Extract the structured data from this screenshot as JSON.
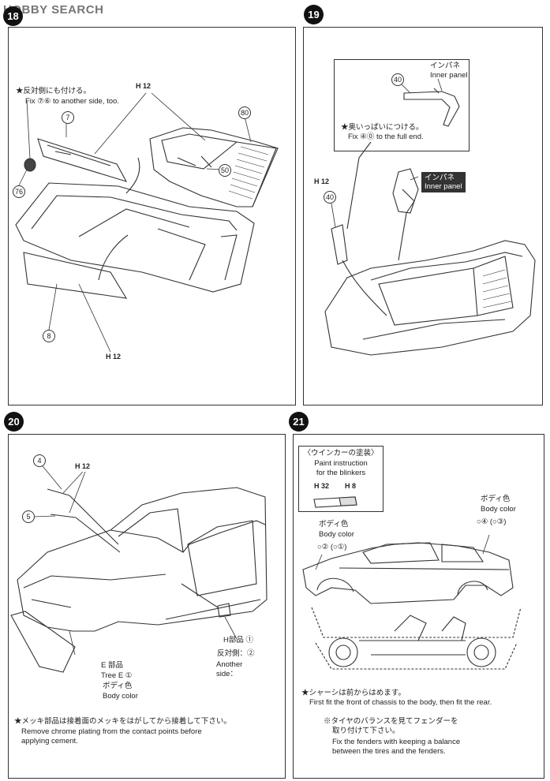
{
  "header": {
    "brand": "HOBBY SEARCH"
  },
  "steps": {
    "s18": {
      "number": "18",
      "star_jp": "★反対側にも付ける。",
      "fix_text": "Fix ⑦⑥ to another side, too.",
      "part7": "7",
      "part76": "76",
      "part80": "80",
      "part50": "50",
      "part8": "8",
      "paint_top": "H 12",
      "paint_bottom": "H 12"
    },
    "s19": {
      "number": "19",
      "inner_jp": "インパネ",
      "inner_en": "Inner panel",
      "part40": "40",
      "note_jp": "★奥いっぱいにつける。",
      "note_en": "Fix ④⓪ to the full end.",
      "paint": "H 12",
      "part40b": "40",
      "dark_jp": "インパネ",
      "dark_en": "Inner panel"
    },
    "s20": {
      "number": "20",
      "part4": "4",
      "part5": "5",
      "paint": "H 12",
      "h_part": "H部品 ①",
      "opp_jp": "反対側：②",
      "another": "Another",
      "side": "side：",
      "e_jp": "E 部品",
      "tree": "Tree E ①",
      "body_jp": "ボディ色",
      "body_en": "Body color",
      "note_jp": "★メッキ部品は接着面のメッキをはがしてから接着して下さい。",
      "note_en1": "Remove chrome plating from the contact points before",
      "note_en2": "applying cement."
    },
    "s21": {
      "number": "21",
      "blinker_jp": "〈ウインカーの塗装〉",
      "blinker_en1": "Paint instruction",
      "blinker_en2": "for the blinkers",
      "paint1": "H 32",
      "paint2": "H 8",
      "body_jp_l": "ボディ色",
      "body_en_l": "Body color",
      "opt_l": "○② (○①)",
      "body_jp_r": "ボディ色",
      "body_en_r": "Body color",
      "opt_r": "○④ (○③)",
      "chassis_jp": "★シャーシは前からはめます。",
      "chassis_en": "First fit the front of chassis to the body, then fit the rear.",
      "tire_jp1": "※タイヤのバランスを見てフェンダーを",
      "tire_jp2": "取り付けて下さい。",
      "tire_en1": "Fix the fenders with keeping a balance",
      "tire_en2": "between the tires and the fenders."
    }
  }
}
